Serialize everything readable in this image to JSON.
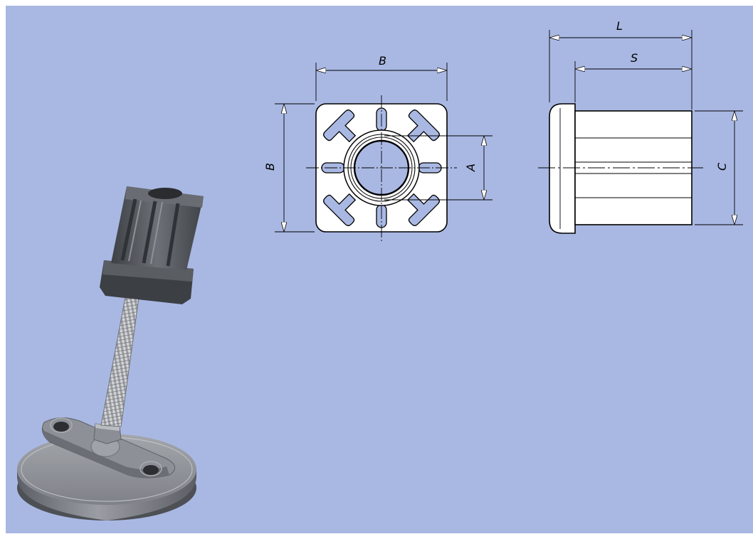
{
  "diagram": {
    "front_view": {
      "width_label_top": "B",
      "height_label_left": "B",
      "bore_label": "A"
    },
    "side_view": {
      "overall_length_label": "L",
      "shank_length_label": "S",
      "diameter_label": "C"
    }
  },
  "colors": {
    "background": "#a9b8e3",
    "part_fill": "#ffffff",
    "line": "#000000",
    "dark_grey": "#4a4d52",
    "mid_grey": "#7b7f86",
    "light_grey": "#b4b7bc"
  }
}
